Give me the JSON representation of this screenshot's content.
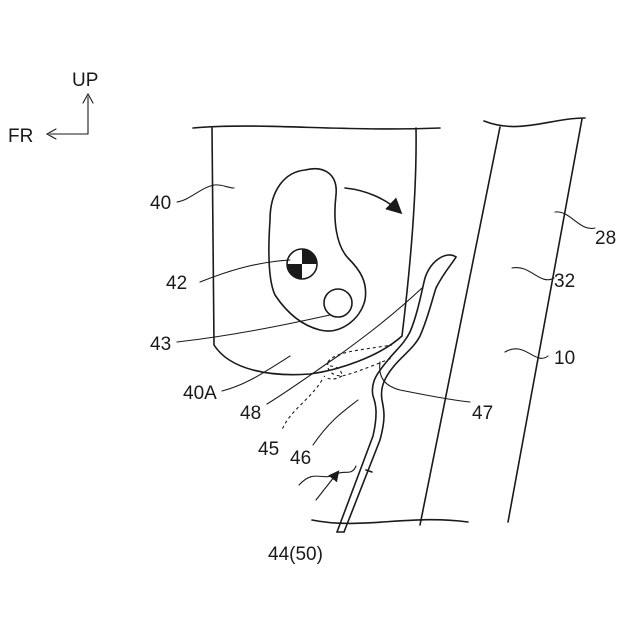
{
  "orientation": {
    "up_label": "UP",
    "front_label": "FR"
  },
  "labels": {
    "l28": "28",
    "l40": "40",
    "l32": "32",
    "l42": "42",
    "l10": "10",
    "l43": "43",
    "l40A": "40A",
    "l48": "48",
    "l47": "47",
    "l45": "45",
    "l46": "46",
    "l44": "44(50)"
  },
  "icons": {
    "rotation_arrow": "curved-arrow-icon",
    "pivot": "center-of-rotation-icon"
  }
}
